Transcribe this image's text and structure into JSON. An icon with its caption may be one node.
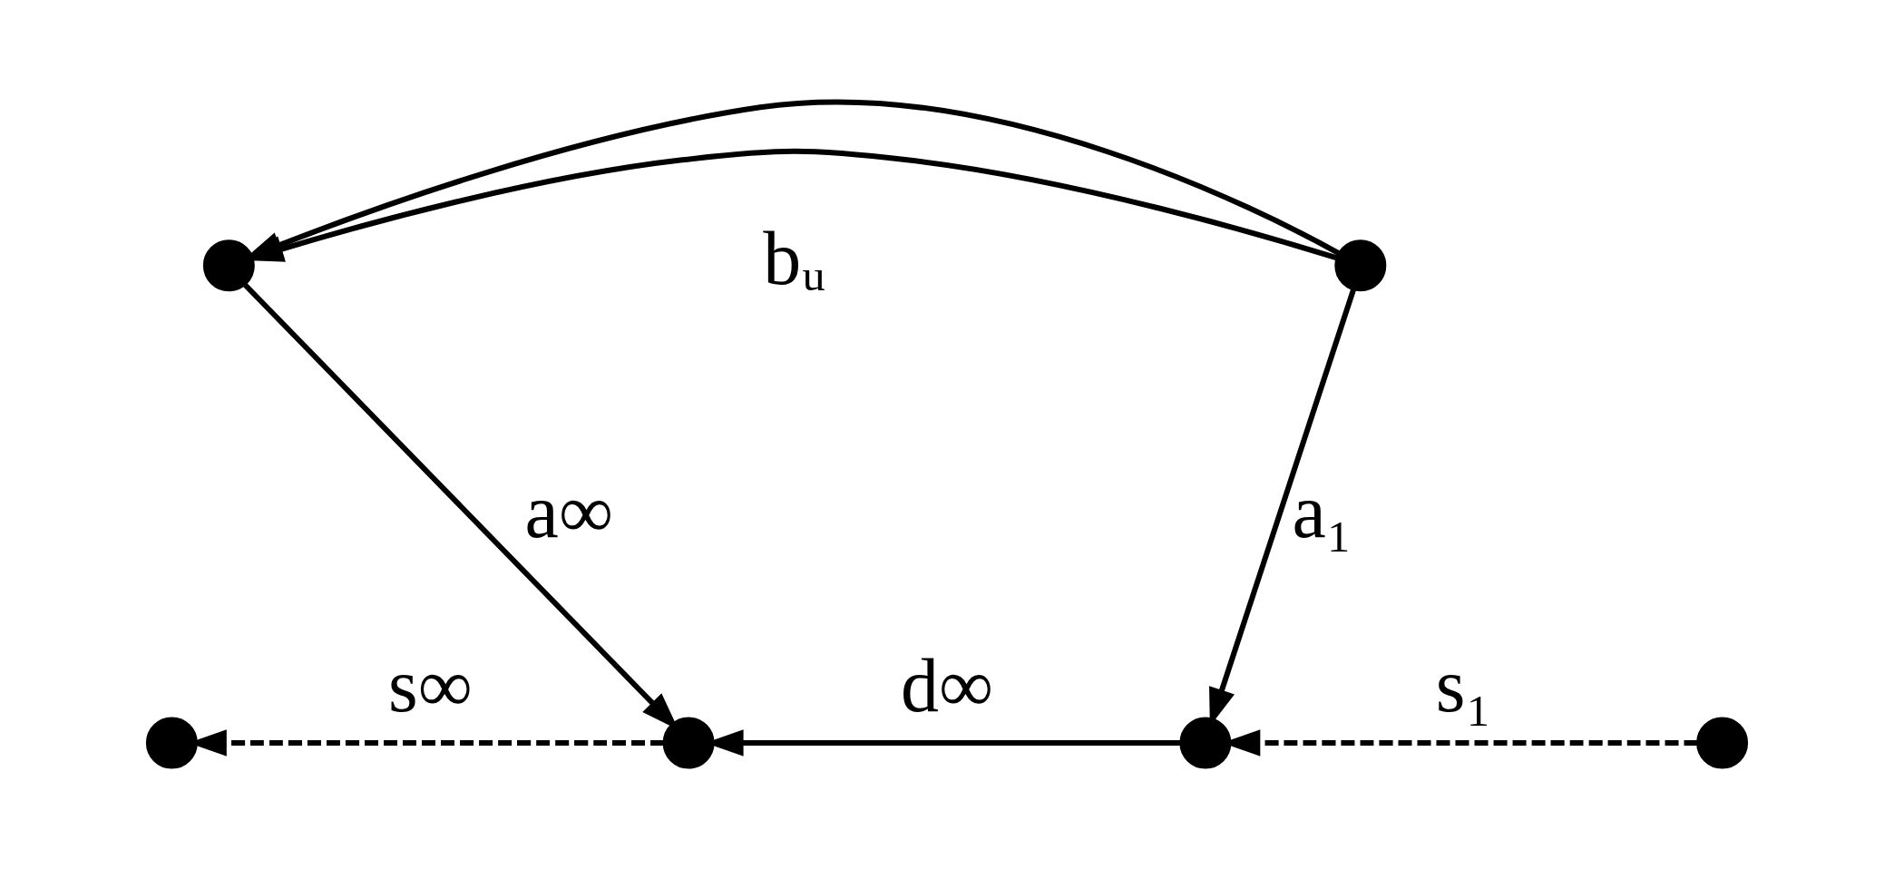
{
  "diagram": {
    "nodes": [
      {
        "text": [],
        "shape": "circle"
      },
      {
        "text": [],
        "shape": "circle"
      },
      {
        "text": [],
        "shape": "circle"
      },
      {
        "text": [],
        "shape": "circle"
      },
      {
        "text": [],
        "shape": "circle"
      },
      {
        "text": [],
        "shape": "circle"
      }
    ],
    "edges": [
      {
        "from": 1,
        "to": 0,
        "arrow": "to"
      },
      {
        "from": 1,
        "to": 0,
        "arrow": "to"
      },
      {
        "from": 0,
        "to": 3,
        "arrow": "to",
        "label": "a∞"
      },
      {
        "from": 1,
        "to": 4,
        "arrow": "to",
        "label": "a₁"
      },
      {
        "from": 4,
        "to": 3,
        "arrow": "to",
        "label": "d∞"
      },
      {
        "from": 3,
        "to": 2,
        "arrow": "to",
        "label": "s∞",
        "style": "dashed"
      },
      {
        "from": 5,
        "to": 4,
        "arrow": "to",
        "label": "s₁",
        "style": "dashed"
      }
    ],
    "labels": [
      "bᵤ"
    ]
  }
}
